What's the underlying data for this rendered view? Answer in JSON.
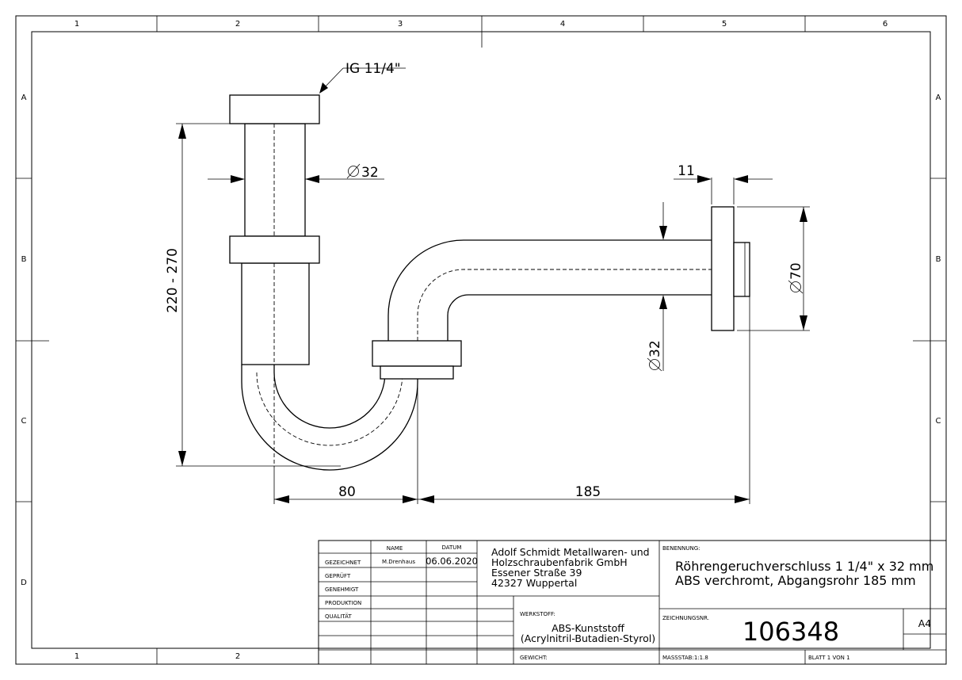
{
  "frame": {
    "columns": [
      "1",
      "2",
      "3",
      "4",
      "5",
      "6"
    ],
    "rows": [
      "A",
      "B",
      "C",
      "D"
    ],
    "bottom_columns": [
      "1",
      "2"
    ]
  },
  "dimensions": {
    "thread": "IG 11/4\"",
    "pipe_diameter_top": "32",
    "height": "220 - 270",
    "flange_thickness": "11",
    "flange_diameter": "70",
    "outlet_diameter": "32",
    "offset": "80",
    "outlet_length": "185"
  },
  "title_block": {
    "col_name": "NAME",
    "col_date": "DATUM",
    "rows": [
      {
        "label": "GEZEICHNET",
        "name": "M.Drenhaus",
        "date": "06.06.2020"
      },
      {
        "label": "GEPRÜFT",
        "name": "",
        "date": ""
      },
      {
        "label": "GENEHMIGT",
        "name": "",
        "date": ""
      },
      {
        "label": "PRODUKTION",
        "name": "",
        "date": ""
      },
      {
        "label": "QUALITÄT",
        "name": "",
        "date": ""
      }
    ],
    "company": [
      "Adolf Schmidt Metallwaren- und",
      "Holzschraubenfabrik GmbH",
      "Essener Straße 39",
      "42327 Wuppertal"
    ],
    "benennung_label": "BENENNUNG:",
    "benennung": [
      "Röhrengeruchverschluss 1 1/4\" x 32 mm",
      "ABS verchromt, Abgangsrohr 185 mm"
    ],
    "werkstoff_label": "WERKSTOFF:",
    "werkstoff": [
      "ABS-Kunststoff",
      "(Acrylnitril-Butadien-Styrol)"
    ],
    "zeichnungsnr_label": "ZEICHNUNGSNR.",
    "zeichnungsnr": "106348",
    "format": "A4",
    "gewicht_label": "GEWICHT:",
    "massstab": "MASSSTAB:1:1.8",
    "blatt": "BLATT 1 VON 1"
  }
}
